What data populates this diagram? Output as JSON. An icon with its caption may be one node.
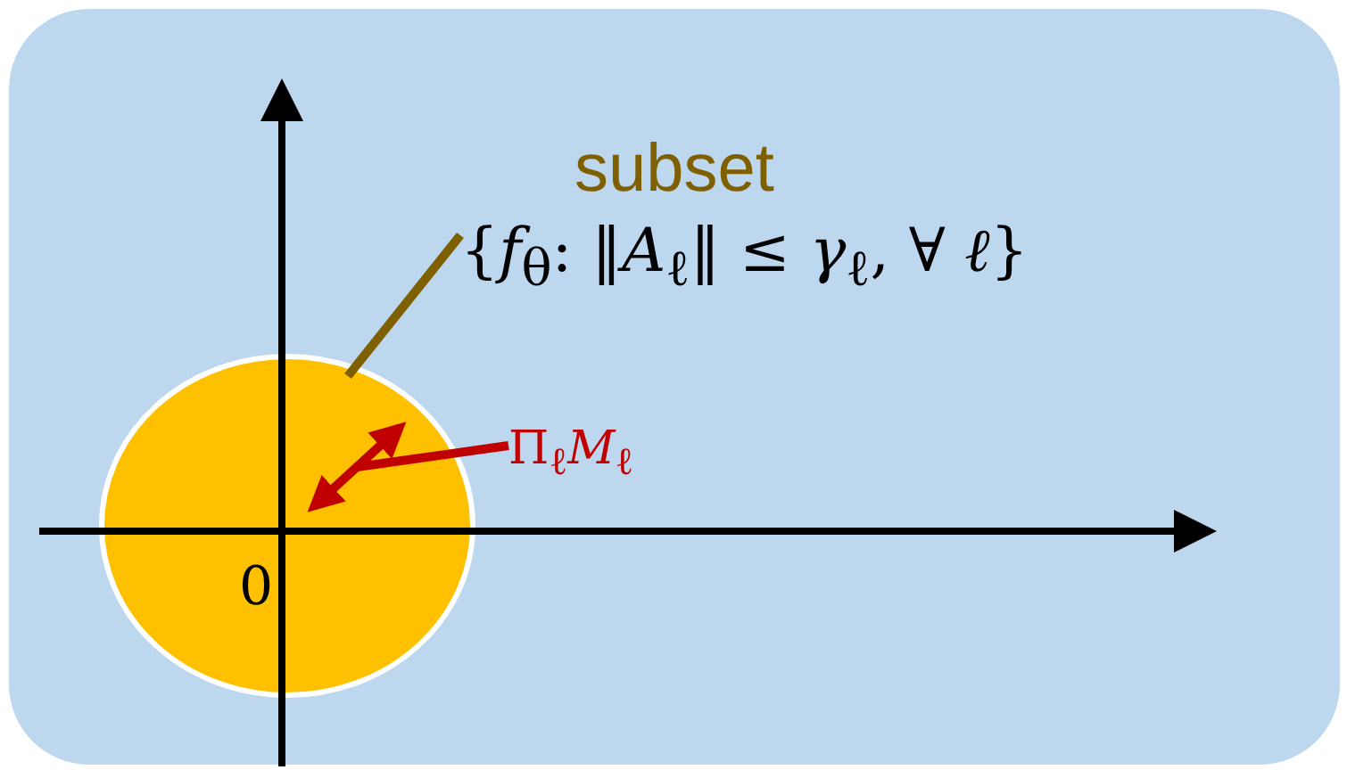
{
  "diagram": {
    "nodes": [
      {
        "text": [
          "subset",
          "{*f*$_{θ}$: ‖*A*$_{ℓ}$‖ ≤ *γ*$_{ℓ}$, ∀ *ℓ*}"
        ]
      },
      {
        "text": [],
        "shape": "circle"
      },
      {
        "text": [
          "Π$_{ℓ}$*M*$_{ℓ}$"
        ]
      },
      {
        "text": [],
        "shape": "arrow",
        "in": 1
      }
    ],
    "edges": [
      {
        "from": 0,
        "to": 1,
        "arrow": "none",
        "color": "#7f6000"
      },
      {
        "from": 2,
        "to": 3,
        "arrow": "none",
        "color": "#c00000"
      }
    ],
    "labels": [
      "0"
    ]
  }
}
